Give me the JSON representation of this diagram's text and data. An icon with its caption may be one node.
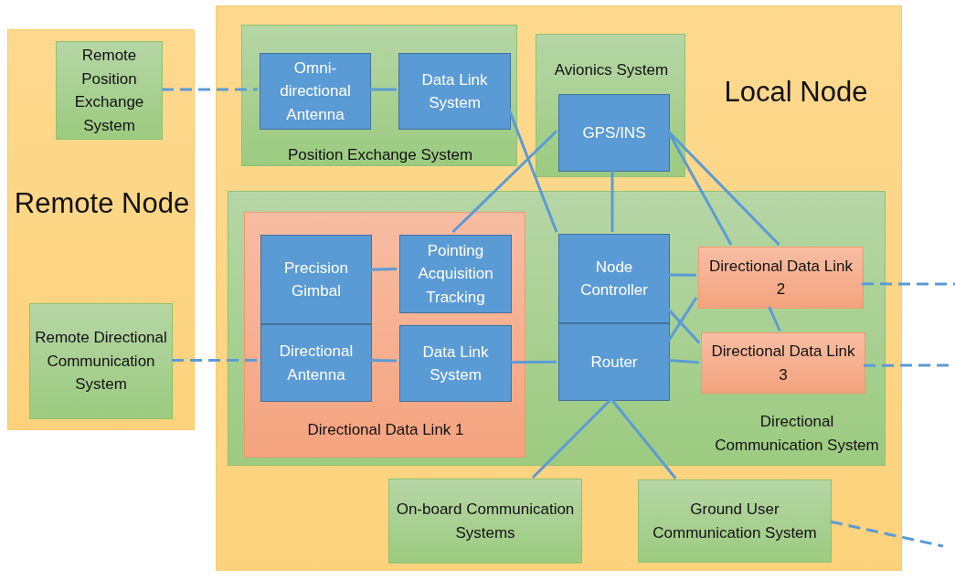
{
  "diagram": {
    "nodes": [
      {
        "text": [
          "Remote Node"
        ]
      },
      {
        "text": [
          "Remote Position Exchange System"
        ],
        "in": 0
      },
      {
        "text": [
          "Remote Directional Communication System"
        ],
        "in": 0
      },
      {
        "text": [
          "Local Node"
        ]
      },
      {
        "text": [
          "Position Exchange System"
        ],
        "in": 3
      },
      {
        "text": [
          "Omni-directional Antenna"
        ],
        "in": 4
      },
      {
        "text": [
          "Data Link System"
        ],
        "in": 4
      },
      {
        "text": [
          "Avionics System"
        ],
        "in": 3
      },
      {
        "text": [
          "GPS/INS"
        ],
        "in": 7
      },
      {
        "text": [
          "Directional Communication System"
        ],
        "in": 3
      },
      {
        "text": [
          "Directional Data Link 1"
        ],
        "in": 9
      },
      {
        "text": [
          "Precision Gimbal"
        ],
        "in": 10
      },
      {
        "text": [
          "Pointing Acquisition Tracking"
        ],
        "in": 10
      },
      {
        "text": [
          "Directional Antenna"
        ],
        "in": 10
      },
      {
        "text": [
          "Data Link System"
        ],
        "in": 10
      },
      {
        "text": [
          "Node Controller"
        ],
        "in": 9
      },
      {
        "text": [
          "Router"
        ],
        "in": 9
      },
      {
        "text": [
          "Directional Data Link 2"
        ],
        "in": 9
      },
      {
        "text": [
          "Directional Data Link 3"
        ],
        "in": 9
      },
      {
        "text": [
          "On-board Communication Systems"
        ],
        "in": 3
      },
      {
        "text": [
          "Ground User Communication System"
        ],
        "in": 3
      }
    ],
    "edges": [
      {
        "from": 1,
        "to": 5,
        "arrow": "none",
        "style": "dashed"
      },
      {
        "from": 5,
        "to": 6,
        "arrow": "none"
      },
      {
        "from": 6,
        "to": 15,
        "arrow": "none"
      },
      {
        "from": 8,
        "to": 12,
        "arrow": "none"
      },
      {
        "from": 8,
        "to": 15,
        "arrow": "none"
      },
      {
        "from": 8,
        "to": 17,
        "arrow": "none"
      },
      {
        "from": 8,
        "to": 17,
        "arrow": "none"
      },
      {
        "from": 11,
        "to": 12,
        "arrow": "none"
      },
      {
        "from": 13,
        "to": 14,
        "arrow": "none"
      },
      {
        "from": 14,
        "to": 16,
        "arrow": "none"
      },
      {
        "from": 15,
        "to": 17,
        "arrow": "none"
      },
      {
        "from": 15,
        "to": 18,
        "arrow": "none"
      },
      {
        "from": 16,
        "to": 17,
        "arrow": "none"
      },
      {
        "from": 16,
        "to": 18,
        "arrow": "none"
      },
      {
        "from": 17,
        "to": 18,
        "arrow": "none"
      },
      {
        "from": 16,
        "to": 19,
        "arrow": "none"
      },
      {
        "from": 16,
        "to": 20,
        "arrow": "none"
      },
      {
        "from": 2,
        "to": 13,
        "arrow": "none",
        "style": "dashed"
      },
      {
        "from": 17,
        "to": null,
        "arrow": "none",
        "style": "dashed"
      },
      {
        "from": 18,
        "to": null,
        "arrow": "none",
        "style": "dashed"
      },
      {
        "from": 20,
        "to": null,
        "arrow": "none",
        "style": "dashed"
      }
    ]
  }
}
